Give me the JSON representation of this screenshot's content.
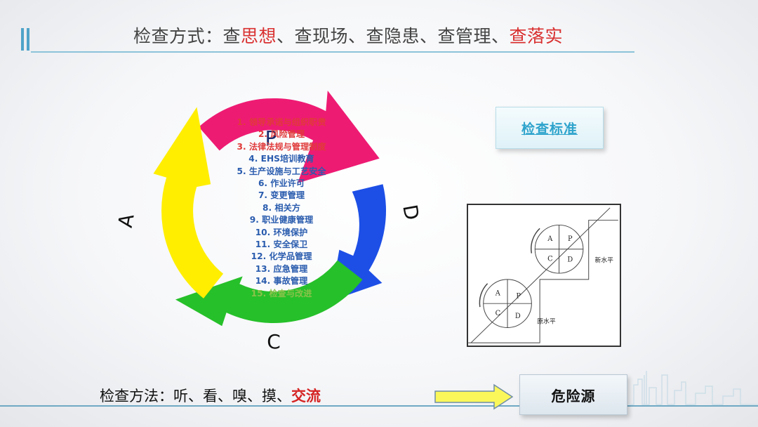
{
  "header": {
    "title_part1": "检查方式：查",
    "title_red1": "思想",
    "title_part2": "、查现场、查隐患、查管理、",
    "title_red2": "查落实"
  },
  "cycle": {
    "phases": {
      "p": "P",
      "d": "D",
      "c": "C",
      "a": "A"
    },
    "colors": {
      "p": "#ee1b73",
      "d": "#1d4fe6",
      "c": "#26c02a",
      "a": "#ffee00"
    },
    "items": [
      {
        "text": "1.   领导承诺与组织职责",
        "color": "#e03a3a"
      },
      {
        "text": "2.   风险管理",
        "color": "#e03a3a"
      },
      {
        "text": "3.   法律法规与管理制度",
        "color": "#e03a3a"
      },
      {
        "text": "4.   EHS培训教育",
        "color": "#2a5cae"
      },
      {
        "text": "5.  生产设施与工艺安全",
        "color": "#2a5cae"
      },
      {
        "text": "6.   作业许可",
        "color": "#2a5cae"
      },
      {
        "text": "7.   变更管理",
        "color": "#2a5cae"
      },
      {
        "text": "8.   相关方",
        "color": "#2a5cae"
      },
      {
        "text": "9.   职业健康管理",
        "color": "#2a5cae"
      },
      {
        "text": "10. 环境保护",
        "color": "#2a5cae"
      },
      {
        "text": "11. 安全保卫",
        "color": "#2a5cae"
      },
      {
        "text": "12. 化学品管理",
        "color": "#2a5cae"
      },
      {
        "text": "13. 应急管理",
        "color": "#2a5cae"
      },
      {
        "text": "14. 事故管理",
        "color": "#2a5cae"
      },
      {
        "text": "15. 检查与改进",
        "color": "#8ac24a"
      }
    ]
  },
  "standard_box": {
    "label": "检查标准"
  },
  "staircase": {
    "upper": {
      "a": "A",
      "p": "P",
      "c": "C",
      "d": "D",
      "level_label": "新水平"
    },
    "lower": {
      "a": "A",
      "p": "P",
      "c": "C",
      "d": "D",
      "level_label": "原水平"
    }
  },
  "footer": {
    "methods_label": "检查方法：听、看、嗅、摸、",
    "methods_red": "交流",
    "danger_label": "危险源"
  }
}
